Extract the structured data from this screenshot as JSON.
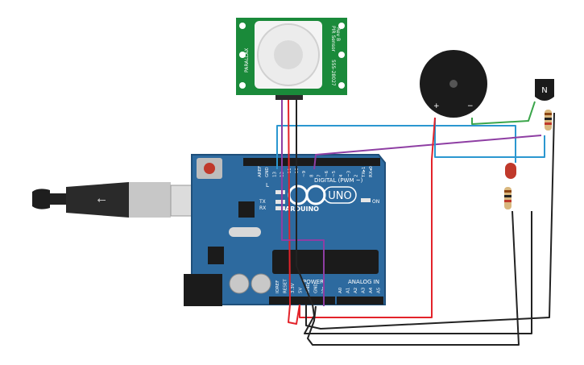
{
  "arduino": {
    "brand": "ARDUINO",
    "model": "UNO",
    "digital_header": "DIGITAL (PWM ~)",
    "power_header": "POWER",
    "analog_header": "ANALOG IN",
    "on_label": "ON",
    "led_l": "L",
    "led_tx": "TX",
    "led_rx": "RX",
    "digital_pins": [
      "AREF",
      "GND",
      "13",
      "12",
      "~11",
      "~10",
      "~9",
      "8",
      "7",
      "~6",
      "~5",
      "4",
      "~3",
      "2",
      "TX▸1",
      "RX◂0"
    ],
    "power_pins": [
      "IOREF",
      "RESET",
      "3.3V",
      "5V",
      "GND",
      "GND",
      "Vin"
    ],
    "analog_pins": [
      "A0",
      "A1",
      "A2",
      "A3",
      "A4",
      "A5"
    ]
  },
  "pir_sensor": {
    "text_left": "PARALLAX",
    "text_right_top": "PIR Sensor",
    "text_right_rev": "Rev B",
    "text_right_bottom": "555-28027"
  },
  "buzzer": {
    "plus": "+",
    "minus": "−"
  },
  "transistor": {
    "label": "N"
  },
  "colors": {
    "board": "#2d6a9f",
    "board_edge": "#1f4f7a",
    "pir_pcb": "#1a8a3a",
    "wire_red": "#e3232a",
    "wire_black": "#222222",
    "wire_blue": "#2b97d0",
    "wire_purple": "#8e3ea3",
    "wire_green": "#3aa54a"
  }
}
